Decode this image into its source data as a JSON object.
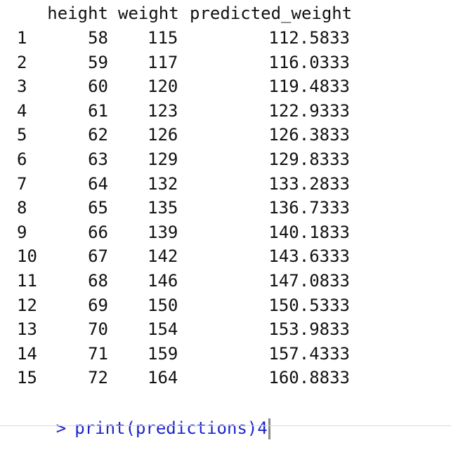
{
  "table": {
    "headers": [
      "height",
      "weight",
      "predicted_weight"
    ],
    "rows": [
      {
        "index": "1",
        "height": "58",
        "weight": "115",
        "predicted": "112.5833"
      },
      {
        "index": "2",
        "height": "59",
        "weight": "117",
        "predicted": "116.0333"
      },
      {
        "index": "3",
        "height": "60",
        "weight": "120",
        "predicted": "119.4833"
      },
      {
        "index": "4",
        "height": "61",
        "weight": "123",
        "predicted": "122.9333"
      },
      {
        "index": "5",
        "height": "62",
        "weight": "126",
        "predicted": "126.3833"
      },
      {
        "index": "6",
        "height": "63",
        "weight": "129",
        "predicted": "129.8333"
      },
      {
        "index": "7",
        "height": "64",
        "weight": "132",
        "predicted": "133.2833"
      },
      {
        "index": "8",
        "height": "65",
        "weight": "135",
        "predicted": "136.7333"
      },
      {
        "index": "9",
        "height": "66",
        "weight": "139",
        "predicted": "140.1833"
      },
      {
        "index": "10",
        "height": "67",
        "weight": "142",
        "predicted": "143.6333"
      },
      {
        "index": "11",
        "height": "68",
        "weight": "146",
        "predicted": "147.0833"
      },
      {
        "index": "12",
        "height": "69",
        "weight": "150",
        "predicted": "150.5333"
      },
      {
        "index": "13",
        "height": "70",
        "weight": "154",
        "predicted": "153.9833"
      },
      {
        "index": "14",
        "height": "71",
        "weight": "159",
        "predicted": "157.4333"
      },
      {
        "index": "15",
        "height": "72",
        "weight": "164",
        "predicted": "160.8833"
      }
    ]
  },
  "prompt": {
    "symbol": ">",
    "command": "print(predictions)4"
  },
  "colors": {
    "output_text": "#111111",
    "prompt_text": "#1a22c9",
    "background": "#ffffff"
  }
}
